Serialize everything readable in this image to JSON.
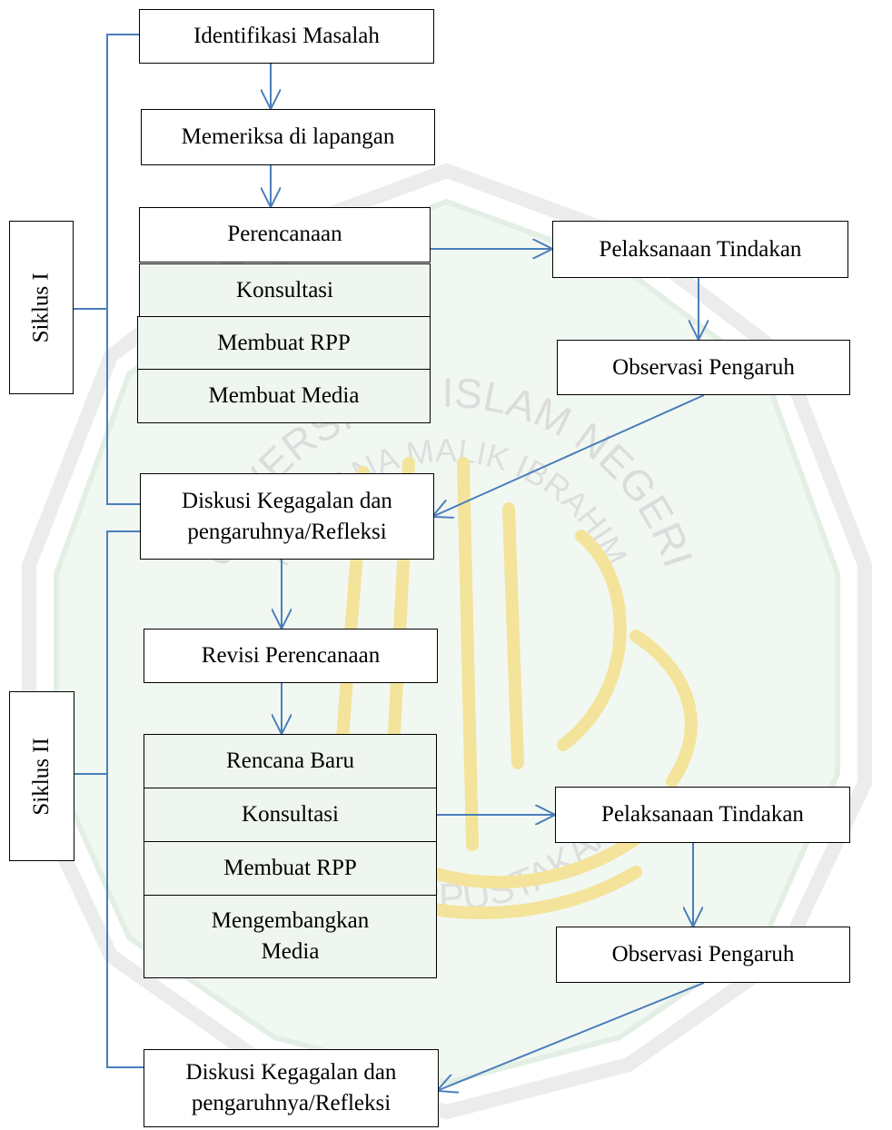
{
  "diagram": {
    "cycle1_label": "Siklus I",
    "cycle2_label": "Siklus II",
    "cycle1": {
      "identify": "Identifikasi Masalah",
      "check_field": "Memeriksa di lapangan",
      "planning": "Perencanaan",
      "consult": "Konsultasi",
      "make_rpp": "Membuat RPP",
      "make_media": "Membuat Media",
      "action": "Pelaksanaan Tindakan",
      "observe": "Observasi Pengaruh",
      "reflect_line1": "Diskusi Kegagalan dan",
      "reflect_line2": "pengaruhnya/Refleksi"
    },
    "cycle2": {
      "revise": "Revisi Perencanaan",
      "new_plan": "Rencana Baru",
      "consult": "Konsultasi",
      "make_rpp": "Membuat RPP",
      "develop_media_line1": "Mengembangkan",
      "develop_media_line2": "Media",
      "action": "Pelaksanaan Tindakan",
      "observe": "Observasi Pengaruh",
      "reflect_line1": "Diskusi Kegagalan dan",
      "reflect_line2": "pengaruhnya/Refleksi"
    }
  },
  "watermark": {
    "upper_arc_text": "UNIVERSITAS ISLAM NEGERI",
    "inner_arc_text": "MAULANA MALIK IBRAHIM",
    "lower_arc_text": "PUSAT PERPUSTAKAAN",
    "color_green": "#c9e3cc",
    "color_gold": "#f4e39a"
  },
  "colors": {
    "connector": "#4a7ebb",
    "border": "#000000"
  }
}
